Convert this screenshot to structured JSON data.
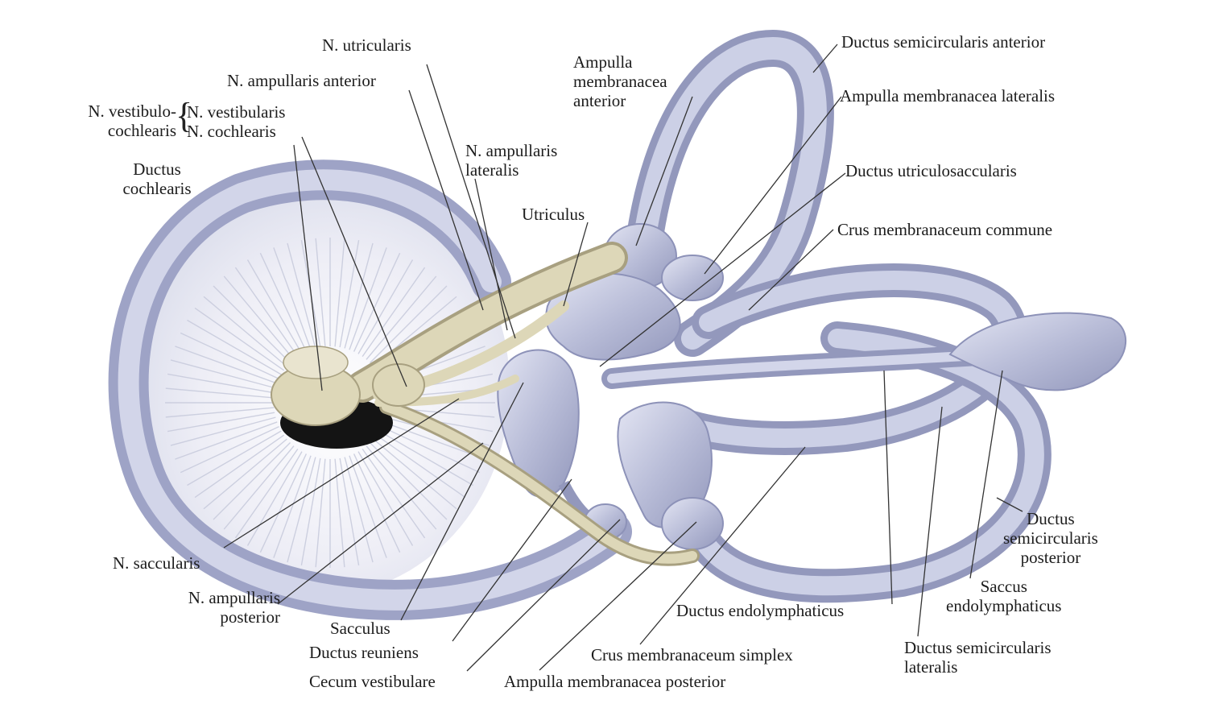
{
  "labels": {
    "n_utricularis": "N. utricularis",
    "n_ampullaris_anterior": "N. ampullaris anterior",
    "n_vestibulocochlearis": "N. vestibulo-\ncochlearis",
    "n_vestibularis": "N. vestibularis",
    "n_cochlearis": "N. cochlearis",
    "ductus_cochlearis": "Ductus\ncochlearis",
    "n_ampullaris_lateralis": "N. ampullaris\nlateralis",
    "utriculus": "Utriculus",
    "ampulla_anterior": "Ampulla\nmembranacea\nanterior",
    "ductus_semicircularis_anterior": "Ductus semicircularis anterior",
    "ampulla_lateralis": "Ampulla membranacea lateralis",
    "ductus_utriculosaccularis": "Ductus utriculosaccularis",
    "crus_commune": "Crus membranaceum commune",
    "n_saccularis": "N. saccularis",
    "n_ampullaris_posterior": "N. ampullaris\nposterior",
    "sacculus": "Sacculus",
    "ductus_reuniens": "Ductus reuniens",
    "cecum_vestibulare": "Cecum vestibulare",
    "ampulla_posterior": "Ampulla membranacea posterior",
    "crus_simplex": "Crus membranaceum simplex",
    "ductus_endolymphaticus": "Ductus endolymphaticus",
    "ductus_semicircularis_lateralis": "Ductus semicircularis\nlateralis",
    "saccus_endolymphaticus": "Saccus\nendolymphaticus",
    "ductus_semicircularis_posterior": "Ductus\nsemicircularis\nposterior"
  },
  "colors": {
    "membrane": "#b9bdd8",
    "membrane_dark": "#8d92b8",
    "membrane_light": "#e3e5f3",
    "nerve": "#ddd7b8",
    "nerve_dark": "#a8a080",
    "leader": "#333333"
  }
}
